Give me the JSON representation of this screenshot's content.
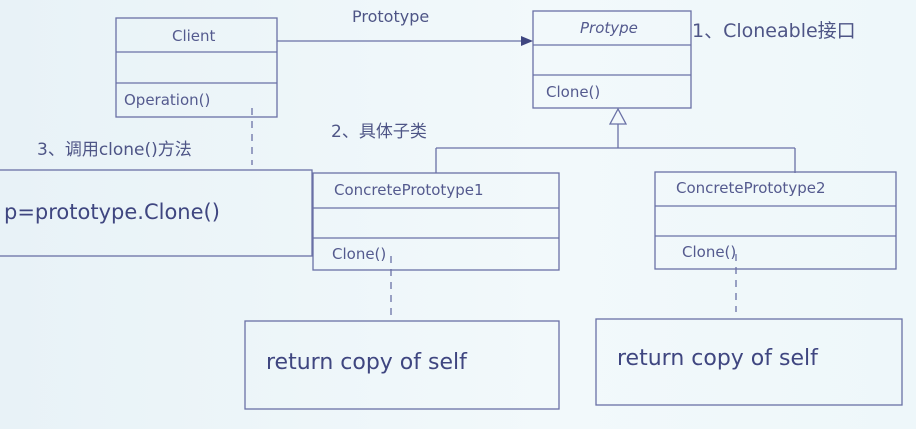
{
  "diagram": {
    "title": "Prototype pattern UML class diagram",
    "association_label": "Prototype",
    "classes": {
      "client": {
        "name": "Client",
        "attributes": "",
        "operation": "Operation()"
      },
      "prototype": {
        "name": "Protype",
        "abstract": true,
        "attributes": "",
        "operation": "Clone()"
      },
      "concrete1": {
        "name": "ConcretePrototype1",
        "attributes": "",
        "operation": "Clone()"
      },
      "concrete2": {
        "name": "ConcretePrototype2",
        "attributes": "",
        "operation": "Clone()"
      }
    },
    "annotations": {
      "step1": "1、Cloneable接口",
      "step2": "2、具体子类",
      "step3": "3、调用clone()方法"
    },
    "notes": {
      "client_note": "p=prototype.Clone()",
      "concrete1_note": "return copy of self",
      "concrete2_note": "return copy of self"
    },
    "colors": {
      "line": "#5b6397",
      "text": "#4a5488",
      "background": "#eef6f9"
    }
  }
}
